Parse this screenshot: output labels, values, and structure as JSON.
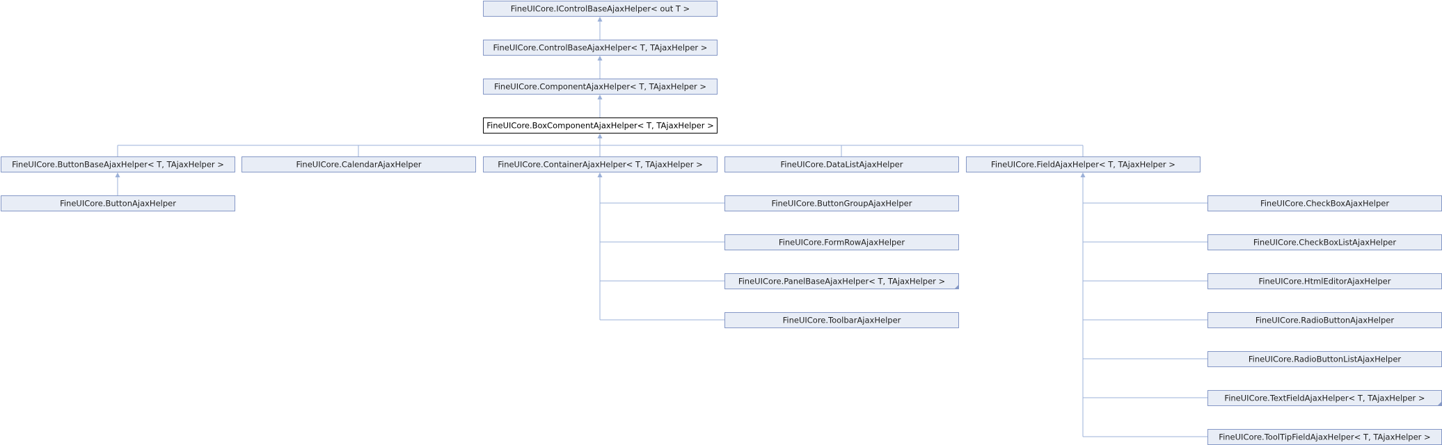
{
  "diagram": {
    "current": "box_component",
    "nodes": [
      {
        "id": "icontrol_base",
        "label": "FineUICore.IControlBaseAjaxHelper< out T >",
        "more": false
      },
      {
        "id": "control_base",
        "label": "FineUICore.ControlBaseAjaxHelper< T, TAjaxHelper >",
        "more": false
      },
      {
        "id": "component",
        "label": "FineUICore.ComponentAjaxHelper< T, TAjaxHelper >",
        "more": false
      },
      {
        "id": "box_component",
        "label": "FineUICore.BoxComponentAjaxHelper< T, TAjaxHelper >",
        "more": false
      },
      {
        "id": "button_base",
        "label": "FineUICore.ButtonBaseAjaxHelper< T, TAjaxHelper >",
        "more": false
      },
      {
        "id": "calendar",
        "label": "FineUICore.CalendarAjaxHelper",
        "more": false
      },
      {
        "id": "container",
        "label": "FineUICore.ContainerAjaxHelper< T, TAjaxHelper >",
        "more": false
      },
      {
        "id": "datalist",
        "label": "FineUICore.DataListAjaxHelper",
        "more": false
      },
      {
        "id": "field",
        "label": "FineUICore.FieldAjaxHelper< T, TAjaxHelper >",
        "more": false
      },
      {
        "id": "button",
        "label": "FineUICore.ButtonAjaxHelper",
        "more": false
      },
      {
        "id": "button_group",
        "label": "FineUICore.ButtonGroupAjaxHelper",
        "more": false
      },
      {
        "id": "form_row",
        "label": "FineUICore.FormRowAjaxHelper",
        "more": false
      },
      {
        "id": "panel_base",
        "label": "FineUICore.PanelBaseAjaxHelper< T, TAjaxHelper >",
        "more": true
      },
      {
        "id": "toolbar",
        "label": "FineUICore.ToolbarAjaxHelper",
        "more": false
      },
      {
        "id": "checkbox",
        "label": "FineUICore.CheckBoxAjaxHelper",
        "more": false
      },
      {
        "id": "checkbox_list",
        "label": "FineUICore.CheckBoxListAjaxHelper",
        "more": false
      },
      {
        "id": "html_editor",
        "label": "FineUICore.HtmlEditorAjaxHelper",
        "more": false
      },
      {
        "id": "radio_button",
        "label": "FineUICore.RadioButtonAjaxHelper",
        "more": false
      },
      {
        "id": "radio_button_list",
        "label": "FineUICore.RadioButtonListAjaxHelper",
        "more": false
      },
      {
        "id": "text_field",
        "label": "FineUICore.TextFieldAjaxHelper< T, TAjaxHelper >",
        "more": true
      },
      {
        "id": "tooltip_field",
        "label": "FineUICore.ToolTipFieldAjaxHelper< T, TAjaxHelper >",
        "more": false
      }
    ],
    "edges": [
      {
        "from": "control_base",
        "to": "icontrol_base"
      },
      {
        "from": "component",
        "to": "control_base"
      },
      {
        "from": "box_component",
        "to": "component"
      },
      {
        "from": "button_base",
        "to": "box_component"
      },
      {
        "from": "calendar",
        "to": "box_component"
      },
      {
        "from": "container",
        "to": "box_component"
      },
      {
        "from": "datalist",
        "to": "box_component"
      },
      {
        "from": "field",
        "to": "box_component"
      },
      {
        "from": "button",
        "to": "button_base"
      },
      {
        "from": "button_group",
        "to": "container"
      },
      {
        "from": "form_row",
        "to": "container"
      },
      {
        "from": "panel_base",
        "to": "container"
      },
      {
        "from": "toolbar",
        "to": "container"
      },
      {
        "from": "checkbox",
        "to": "field"
      },
      {
        "from": "checkbox_list",
        "to": "field"
      },
      {
        "from": "html_editor",
        "to": "field"
      },
      {
        "from": "radio_button",
        "to": "field"
      },
      {
        "from": "radio_button_list",
        "to": "field"
      },
      {
        "from": "text_field",
        "to": "field"
      },
      {
        "from": "tooltip_field",
        "to": "field"
      }
    ]
  }
}
